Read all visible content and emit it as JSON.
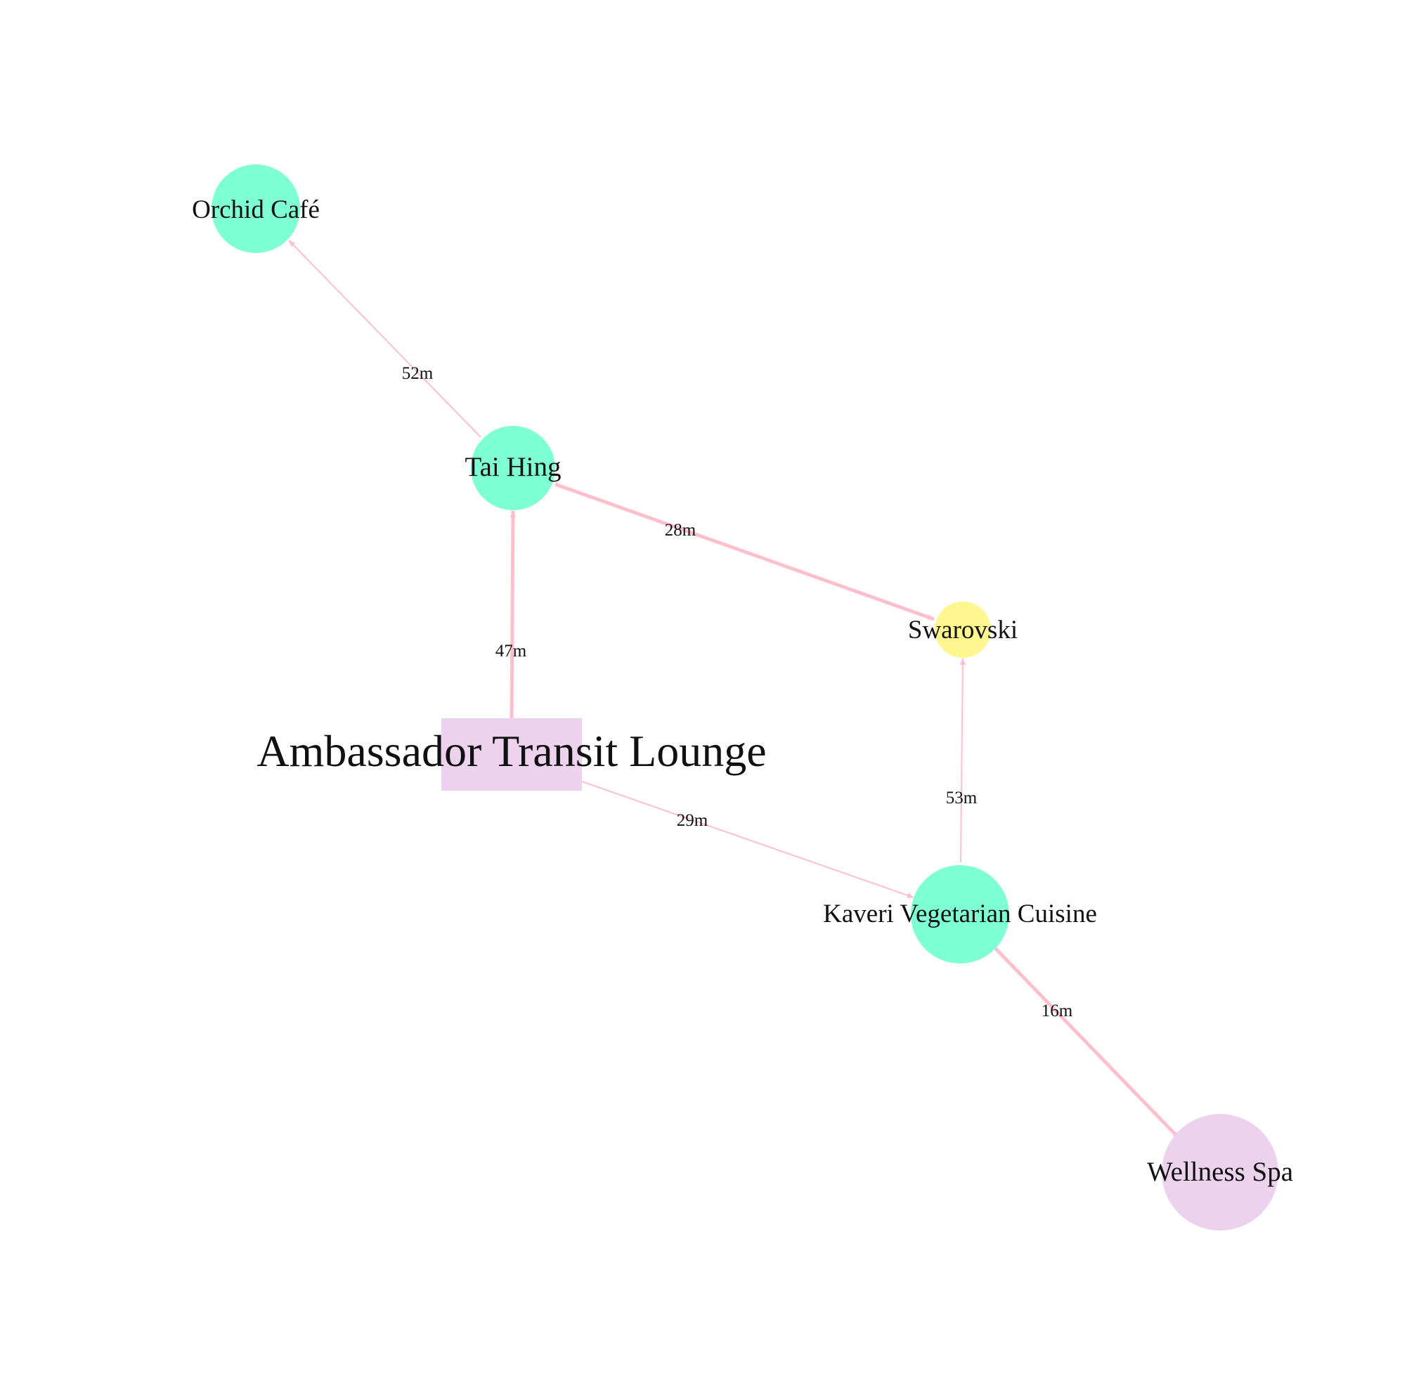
{
  "diagram": {
    "type": "directed-graph",
    "colors": {
      "edge": "#ffc0cb",
      "node_teal": "#7fffd4",
      "node_yellow": "#fff68f",
      "node_lavender": "#ecd2ec",
      "text": "#111111"
    },
    "nodes": [
      {
        "id": "lounge",
        "label": "Ambassador Transit Lounge",
        "shape": "box",
        "color": "#ecd2ec"
      },
      {
        "id": "orchid",
        "label": "Orchid Café",
        "shape": "circle",
        "color": "#7fffd4"
      },
      {
        "id": "taihing",
        "label": "Tai Hing",
        "shape": "circle",
        "color": "#7fffd4"
      },
      {
        "id": "swarovski",
        "label": "Swarovski",
        "shape": "circle",
        "color": "#fff68f"
      },
      {
        "id": "kaveri",
        "label": "Kaveri Vegetarian Cuisine",
        "shape": "circle",
        "color": "#7fffd4"
      },
      {
        "id": "spa",
        "label": "Wellness Spa",
        "shape": "circle",
        "color": "#ecd2ec"
      }
    ],
    "edges": [
      {
        "from": "taihing",
        "to": "orchid",
        "label": "52m"
      },
      {
        "from": "taihing",
        "to": "swarovski",
        "label": "28m"
      },
      {
        "from": "lounge",
        "to": "taihing",
        "label": "47m"
      },
      {
        "from": "lounge",
        "to": "kaveri",
        "label": "29m"
      },
      {
        "from": "kaveri",
        "to": "swarovski",
        "label": "53m"
      },
      {
        "from": "kaveri",
        "to": "spa",
        "label": "16m"
      }
    ]
  }
}
